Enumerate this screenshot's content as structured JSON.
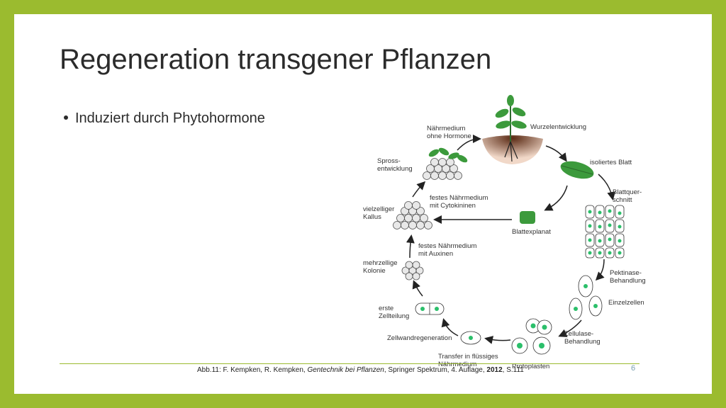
{
  "title": "Regeneration transgener Pflanzen",
  "bullets": [
    "Induziert durch Phytohormone"
  ],
  "diagram": {
    "labels": {
      "naehrmedium_ohne": "Nährmedium\nohne Hormone",
      "wurzel": "Wurzelentwicklung",
      "spross": "Spross-\nentwicklung",
      "isoliertes_blatt": "isoliertes Blatt",
      "festes_cytokinin": "festes Nährmedium\nmit Cytokininen",
      "blattquerschnitt": "Blattquer-\nschnitt",
      "kallus": "vielzelliger\nKallus",
      "blattexplanat": "Blattexplanat",
      "festes_auxin": "festes Nährmedium\nmit Auxinen",
      "kolonie": "mehrzellige\nKolonie",
      "pektinase": "Pektinase-\nBehandlung",
      "einzelzellen": "Einzelzellen",
      "zellteilung": "erste\nZellteilung",
      "zellulase": "Zellulase-\nBehandlung",
      "zellwand": "Zellwandregeneration",
      "transfer": "Transfer in flüssiges\nNährmedium",
      "protoplasten": "Protoplasten"
    }
  },
  "caption": {
    "prefix": "Abb.11: F. Kempken, R. Kempken, ",
    "book": "Gentechnik bei Pflanzen",
    "middle": ", Springer Spektrum, 4. Auflage, ",
    "year": "2012",
    "suffix": ", S.111"
  },
  "page_number": "6",
  "colors": {
    "frame": "#9bbb2f",
    "leaf": "#3c9a3c",
    "nucleus": "#2bbf6a",
    "soil": "#8a4a2a",
    "arrow": "#222222"
  }
}
